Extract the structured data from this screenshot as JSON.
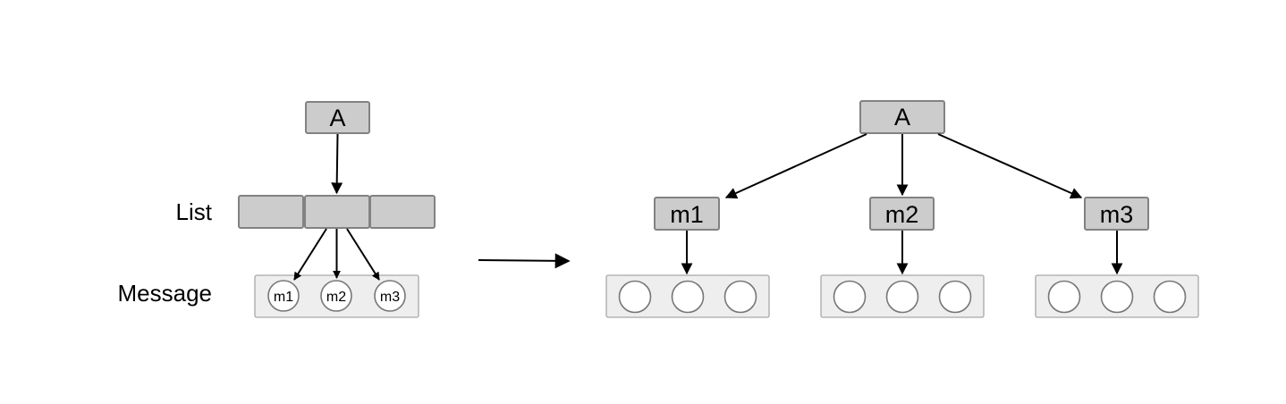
{
  "left": {
    "root_label": "A",
    "list_label": "List",
    "message_label": "Message",
    "message_items": [
      "m1",
      "m2",
      "m3"
    ]
  },
  "right": {
    "root_label": "A",
    "children": [
      {
        "label": "m1"
      },
      {
        "label": "m2"
      },
      {
        "label": "m3"
      }
    ]
  }
}
